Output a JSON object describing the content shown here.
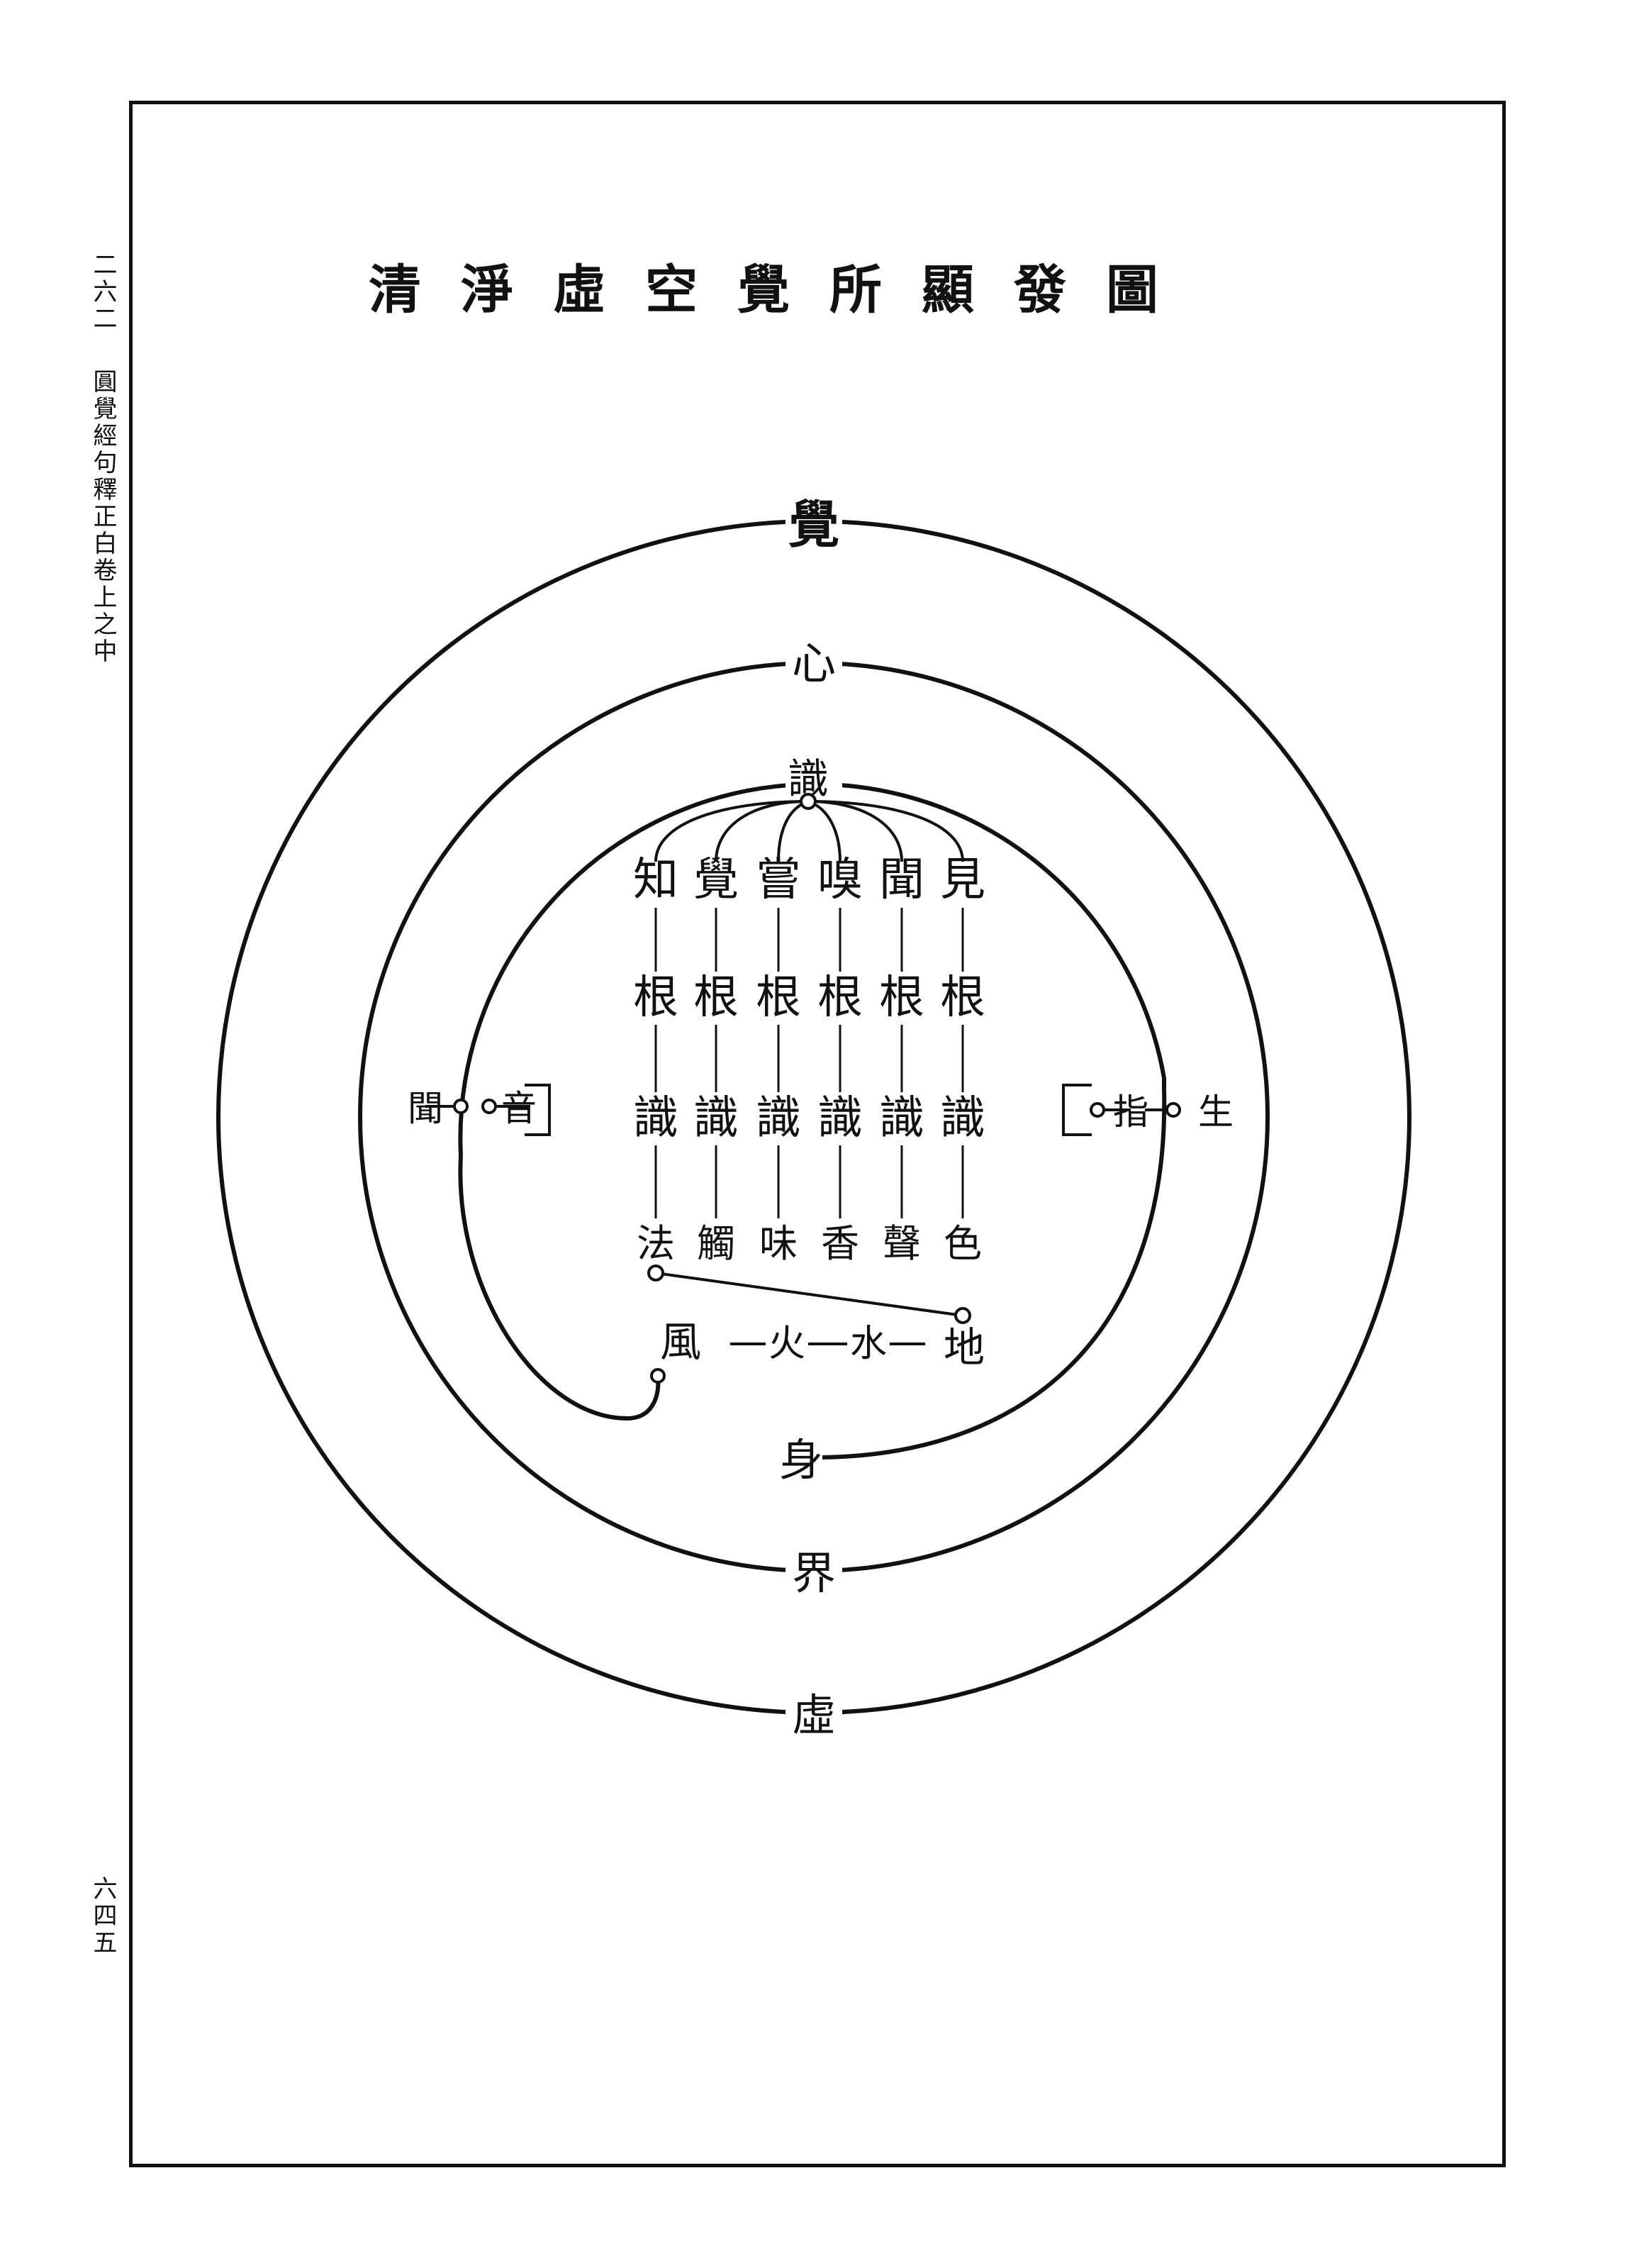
{
  "margin": {
    "volume": "圓覺經句釋正白卷上之中",
    "folio": "二六二",
    "page": "六四五"
  },
  "title": "清淨虛空覺所顯發圖",
  "rings": {
    "outer_top": "覺",
    "outer_bottom": "虛",
    "middle_top": "心",
    "middle_bottom": "界",
    "inner_top": "識",
    "inner_bottom": "身"
  },
  "columns": [
    {
      "top": "見",
      "mid": "根",
      "low": "識",
      "end": "色"
    },
    {
      "top": "聞",
      "mid": "根",
      "low": "識",
      "end": "聲"
    },
    {
      "top": "嗅",
      "mid": "根",
      "low": "識",
      "end": "香"
    },
    {
      "top": "嘗",
      "mid": "根",
      "low": "識",
      "end": "味"
    },
    {
      "top": "覺",
      "mid": "根",
      "low": "識",
      "end": "觸"
    },
    {
      "top": "知",
      "mid": "根",
      "low": "識",
      "end": "法"
    }
  ],
  "elements": [
    "地",
    "水",
    "火",
    "風"
  ],
  "left_branch": [
    "聞",
    "音"
  ],
  "right_branch": [
    "指",
    "生"
  ]
}
